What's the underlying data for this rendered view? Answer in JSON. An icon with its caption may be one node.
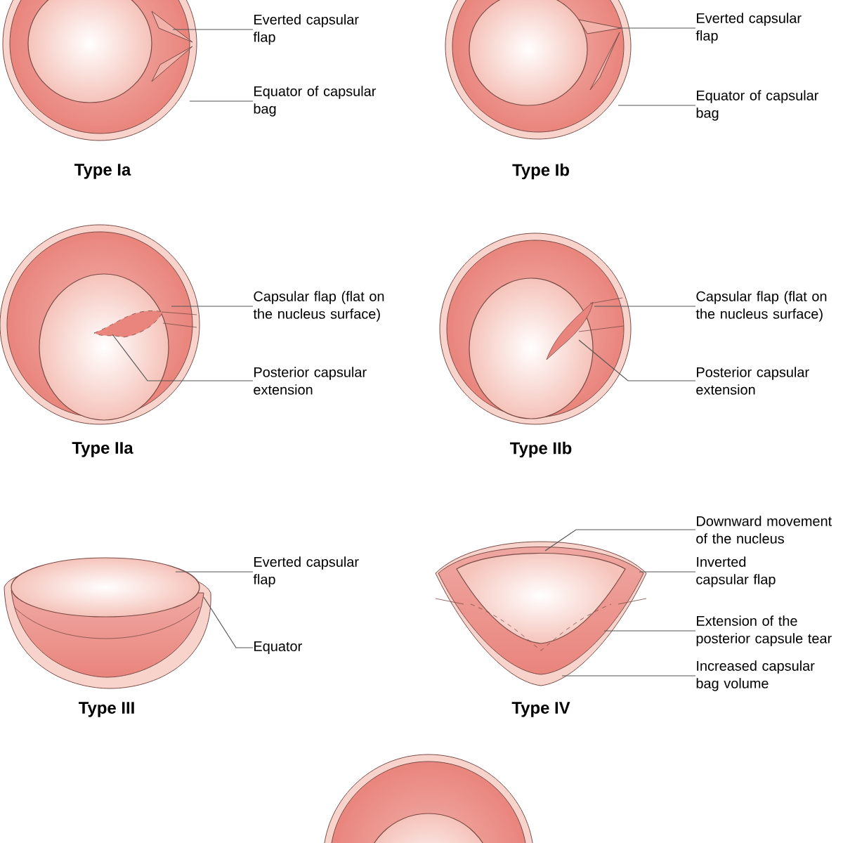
{
  "diagram": {
    "nodes": [
      {
        "text": [
          "Everted capsular flap"
        ]
      },
      {
        "text": [
          "Equator of capsular bag"
        ]
      },
      {
        "text": [
          "Everted capsular flap"
        ]
      },
      {
        "text": [
          "Equator of capsular bag"
        ]
      },
      {
        "text": [
          "Capsular flap (flat on the nucleus surface)"
        ]
      },
      {
        "text": [
          "Posterior capsular extension"
        ]
      },
      {
        "text": [
          "Capsular flap (flat on the nucleus surface)"
        ]
      },
      {
        "text": [
          "Posterior capsular extension"
        ]
      },
      {
        "text": [
          "Everted capsular flap"
        ]
      },
      {
        "text": [
          "Equator"
        ]
      },
      {
        "text": [
          "Downward movement of the nucleus"
        ]
      },
      {
        "text": [
          "Inverted capsular flap"
        ]
      },
      {
        "text": [
          "Extension of the posterior capsule tear"
        ]
      },
      {
        "text": [
          "Increased capsular bag volume"
        ]
      }
    ],
    "edges": [
      {
        "from": 0,
        "to": null,
        "arrow": "none"
      },
      {
        "from": 1,
        "to": null,
        "arrow": "none"
      },
      {
        "from": 2,
        "to": null,
        "arrow": "none"
      },
      {
        "from": 3,
        "to": null,
        "arrow": "none"
      },
      {
        "from": 4,
        "to": null,
        "arrow": "none"
      },
      {
        "from": 5,
        "to": null,
        "arrow": "none"
      },
      {
        "from": 6,
        "to": null,
        "arrow": "none"
      },
      {
        "from": 7,
        "to": null,
        "arrow": "none"
      },
      {
        "from": 8,
        "to": null,
        "arrow": "none"
      },
      {
        "from": 9,
        "to": null,
        "arrow": "none"
      },
      {
        "from": 10,
        "to": null,
        "arrow": "none"
      },
      {
        "from": 11,
        "to": null,
        "arrow": "none"
      },
      {
        "from": 12,
        "to": null,
        "arrow": "none"
      },
      {
        "from": 13,
        "to": null,
        "arrow": "none"
      }
    ],
    "labels": [
      "Type Ia",
      "Type Ib",
      "Type IIa",
      "Type IIb",
      "Type III",
      "Type IV"
    ]
  }
}
